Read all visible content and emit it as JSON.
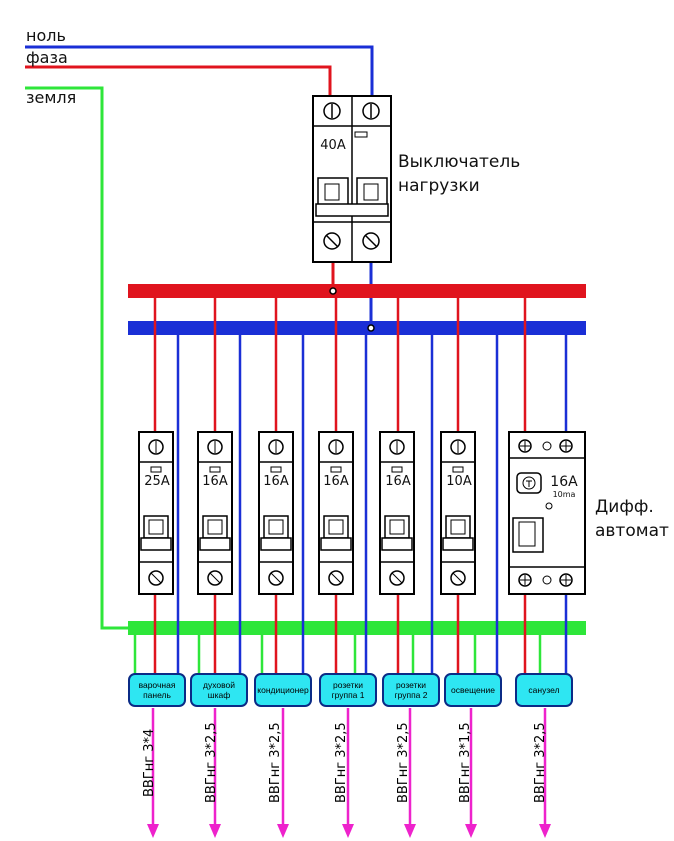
{
  "sources": {
    "neutral": "ноль",
    "phase": "фаза",
    "earth": "земля"
  },
  "main_switch": {
    "rating": "40A",
    "label_line1": "Выключатель",
    "label_line2": "нагрузки"
  },
  "rcbo": {
    "rating": "16A",
    "sub": "10ma",
    "label_line1": "Дифф.",
    "label_line2": "автомат"
  },
  "breakers": [
    {
      "rating": "25A",
      "circuit_line1": "варочная",
      "circuit_line2": "панель",
      "cable": "ВВГнг 3*4"
    },
    {
      "rating": "16A",
      "circuit_line1": "духовой",
      "circuit_line2": "шкаф",
      "cable": "ВВГнг 3*2,5"
    },
    {
      "rating": "16A",
      "circuit_line1": "кондиционер",
      "circuit_line2": "",
      "cable": "ВВГнг 3*2,5"
    },
    {
      "rating": "16A",
      "circuit_line1": "розетки",
      "circuit_line2": "группа 1",
      "cable": "ВВГнг 3*2,5"
    },
    {
      "rating": "16A",
      "circuit_line1": "розетки",
      "circuit_line2": "группа 2",
      "cable": "ВВГнг 3*2,5"
    },
    {
      "rating": "10A",
      "circuit_line1": "освещение",
      "circuit_line2": "",
      "cable": "ВВГнг 3*1,5"
    }
  ],
  "rcbo_circuit": {
    "circuit_line1": "санузел",
    "circuit_line2": "",
    "cable": "ВВГнг 3*2,5"
  },
  "colors": {
    "phase": "#e0141e",
    "neutral": "#1a2fd6",
    "earth": "#2ee63a",
    "feed": "#ee22cc",
    "circuit_box": "#2ee6f2"
  }
}
